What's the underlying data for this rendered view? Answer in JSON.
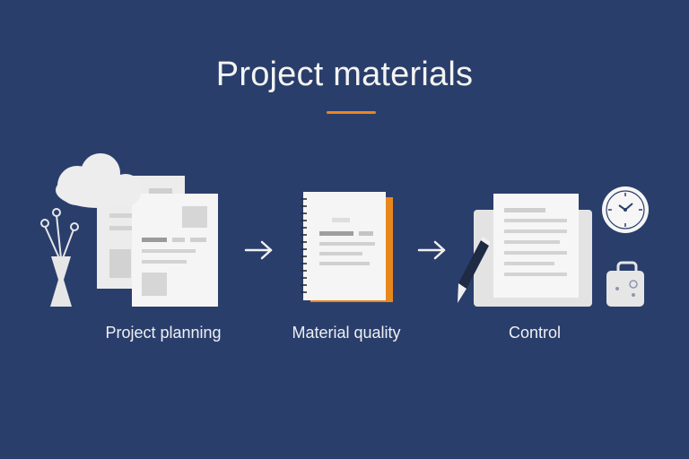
{
  "title": "Project materials",
  "colors": {
    "background": "#2a3e6b",
    "accent": "#e8871c",
    "paper": "#f4f4f4"
  },
  "steps": [
    {
      "label": "Project planning",
      "icon": "documents-cloud-icon"
    },
    {
      "label": "Material quality",
      "icon": "notebook-icon"
    },
    {
      "label": "Control",
      "icon": "checklist-clock-icon"
    }
  ],
  "connectors": [
    "arrow-right-icon",
    "arrow-right-icon"
  ]
}
